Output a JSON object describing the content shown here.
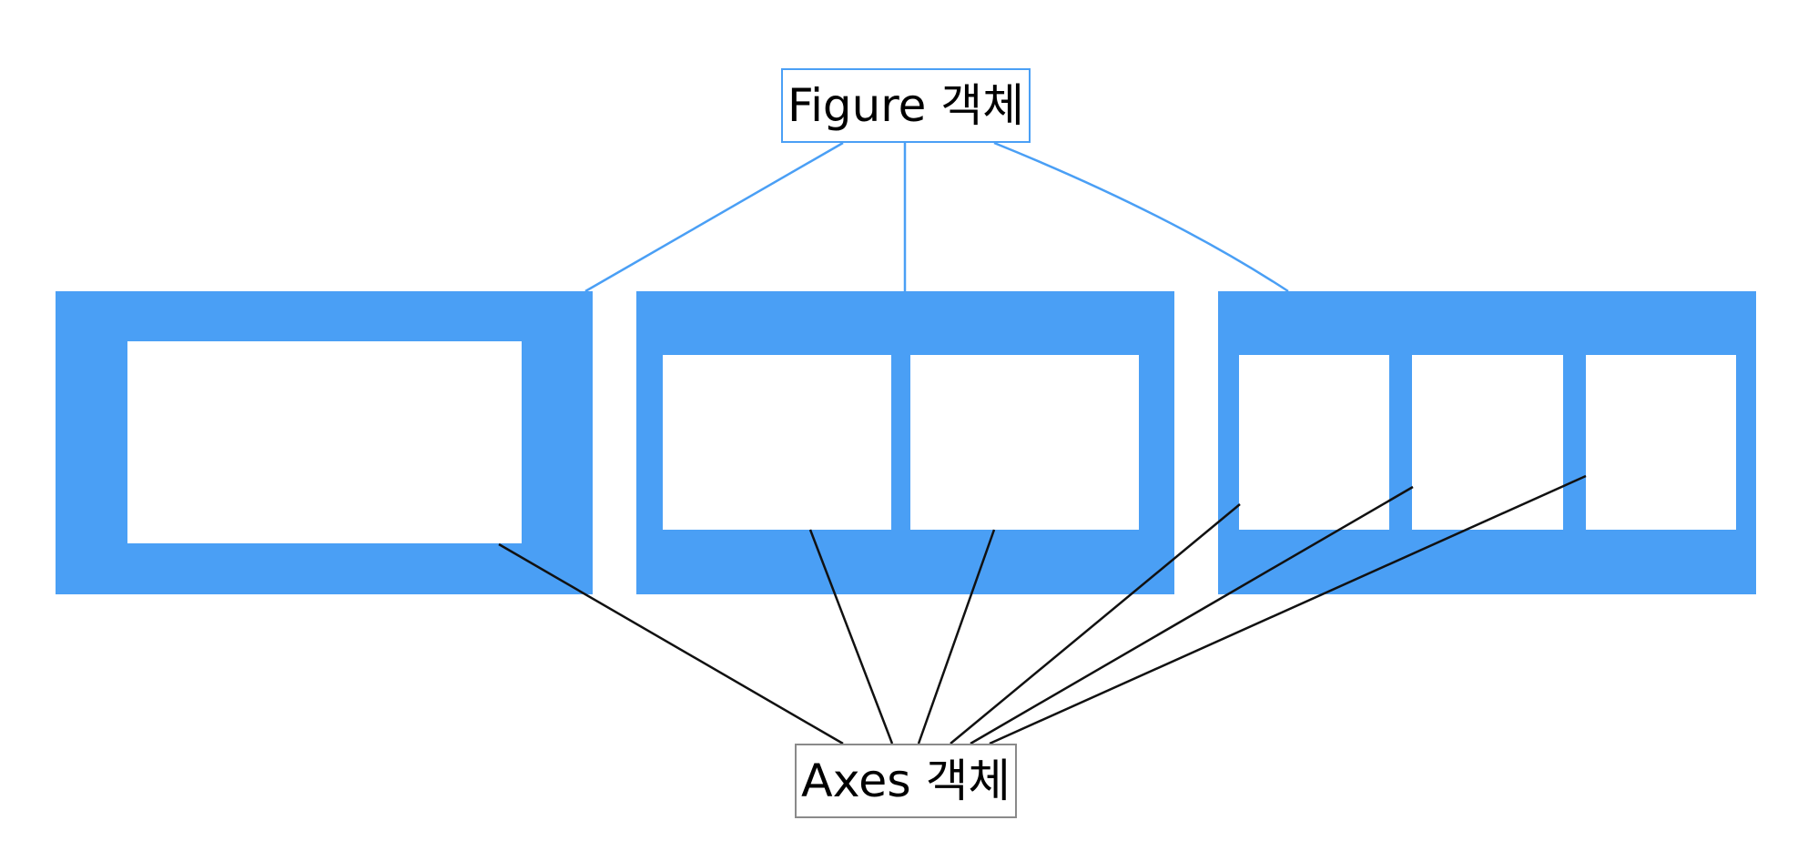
{
  "diagram": {
    "figure_label": "Figure 객체",
    "axes_label": "Axes 객체",
    "colors": {
      "figure_fill": "#4a9ff5",
      "axes_fill": "#ffffff",
      "figure_connector": "#4a9ff5",
      "axes_connector": "#111111",
      "axes_label_border": "#8a8a8a"
    },
    "figures": [
      {
        "axes_count": 1
      },
      {
        "axes_count": 2
      },
      {
        "axes_count": 3
      }
    ]
  }
}
